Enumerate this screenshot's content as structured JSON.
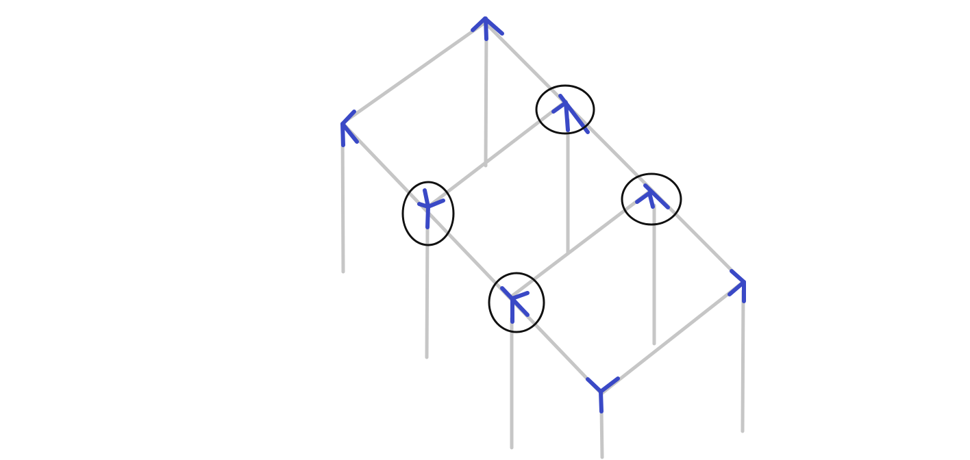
{
  "diagram": {
    "type": "isometric-frame-sketch",
    "colors": {
      "frame": "#c6c6c6",
      "joint": "#3a49c6",
      "highlight": "#111111",
      "background": "#ffffff"
    },
    "joint_count": 8,
    "highlighted_joint_count": 4
  }
}
